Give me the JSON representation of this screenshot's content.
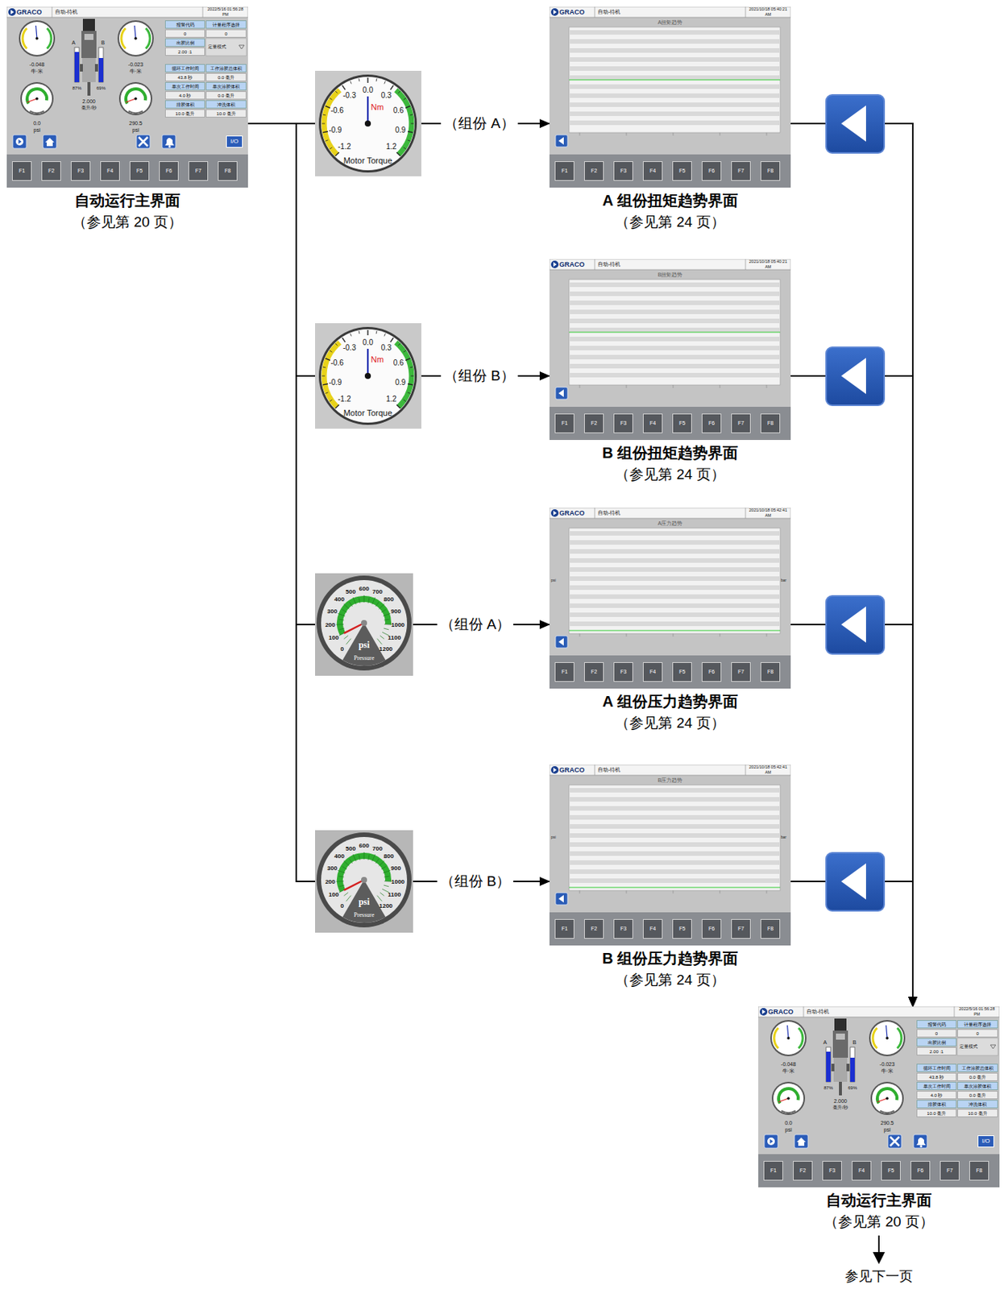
{
  "diagram": {
    "nodes": [
      {
        "text": [
          "自动运行主界面",
          "（参见第 20 页）"
        ]
      },
      {
        "text": [
          "Motor Torque"
        ]
      },
      {
        "text": [
          "A 组份扭矩趋势界面",
          "（参见第 24 页）"
        ]
      },
      {
        "text": [
          "Motor Torque"
        ]
      },
      {
        "text": [
          "B 组份扭矩趋势界面",
          "（参见第 24 页）"
        ]
      },
      {
        "text": [
          "Pressure"
        ]
      },
      {
        "text": [
          "A 组份压力趋势界面",
          "（参见第 24 页）"
        ]
      },
      {
        "text": [
          "Pressure"
        ]
      },
      {
        "text": [
          "B 组份压力趋势界面",
          "（参见第 24 页）"
        ]
      },
      {
        "text": [
          "自动运行主界面",
          "（参见第 20 页）"
        ]
      }
    ],
    "edges": [
      {
        "from": 0,
        "to": 1,
        "arrow": "none"
      },
      {
        "from": 1,
        "to": 2,
        "arrow": "to",
        "label": "（组份 A）"
      },
      {
        "from": 2,
        "to": 9,
        "arrow": "to"
      },
      {
        "from": 0,
        "to": 3,
        "arrow": "none"
      },
      {
        "from": 3,
        "to": 4,
        "arrow": "to",
        "label": "（组份 B）"
      },
      {
        "from": 4,
        "to": 9,
        "arrow": "to"
      },
      {
        "from": 0,
        "to": 5,
        "arrow": "none"
      },
      {
        "from": 5,
        "to": 6,
        "arrow": "to",
        "label": "（组份 A）"
      },
      {
        "from": 6,
        "to": 9,
        "arrow": "to"
      },
      {
        "from": 0,
        "to": 7,
        "arrow": "none"
      },
      {
        "from": 7,
        "to": 8,
        "arrow": "to",
        "label": "（组份 B）"
      },
      {
        "from": 8,
        "to": 9,
        "arrow": "to"
      }
    ],
    "labels": [
      "GRACO",
      "自动-待机",
      "2022/5/16 01:56:28 PM",
      "-0.048",
      "牛·米",
      "-0.023",
      "牛·米",
      "0.0",
      "psi",
      "290.5",
      "psi",
      "A",
      "B",
      "87%",
      "69%",
      "2.000",
      "毫升/秒",
      "报警代码",
      "计量程序选择",
      "0",
      "0",
      "出胶比例",
      "定量模式",
      "2.00 :1",
      "循环工作时间",
      "工作涂胶总体积",
      "43.8 秒",
      "0.0 毫升",
      "单次工作时间",
      "单次涂胶体积",
      "4.0 秒",
      "0.0 毫升",
      "排胶体积",
      "冲洗体积",
      "10.0 毫升",
      "10.0 毫升",
      "I/O",
      "F1",
      "F2",
      "F3",
      "F4",
      "F5",
      "F6",
      "F7",
      "F8",
      "-1.2",
      "-0.9",
      "-0.6",
      "-0.3",
      "0.0",
      "0.3",
      "0.6",
      "0.9",
      "1.2",
      "Nm",
      "GRACO",
      "自动-待机",
      "2021/10/18 05:40:21 AM",
      "A扭矩趋势",
      "F1",
      "F2",
      "F3",
      "F4",
      "F5",
      "F6",
      "F7",
      "F8",
      "-1.2",
      "-0.9",
      "-0.6",
      "-0.3",
      "0.0",
      "0.3",
      "0.6",
      "0.9",
      "1.2",
      "Nm",
      "GRACO",
      "自动-待机",
      "2021/10/18 05:40:21 AM",
      "B扭矩趋势",
      "F1",
      "F2",
      "F3",
      "F4",
      "F5",
      "F6",
      "F7",
      "F8",
      "0",
      "100",
      "200",
      "300",
      "400",
      "500",
      "600",
      "700",
      "800",
      "900",
      "1000",
      "1100",
      "1200",
      "psi",
      "GRACO",
      "自动-待机",
      "2021/10/18 05:42:41 AM",
      "A压力趋势",
      "psi",
      "bar",
      "F1",
      "F2",
      "F3",
      "F4",
      "F5",
      "F6",
      "F7",
      "F8",
      "0",
      "100",
      "200",
      "300",
      "400",
      "500",
      "600",
      "700",
      "800",
      "900",
      "1000",
      "1100",
      "1200",
      "psi",
      "GRACO",
      "自动-待机",
      "2021/10/18 05:42:41 AM",
      "B压力趋势",
      "psi",
      "bar",
      "F1",
      "F2",
      "F3",
      "F4",
      "F5",
      "F6",
      "F7",
      "F8",
      "GRACO",
      "自动-待机",
      "2022/5/16 01:56:28 PM",
      "-0.048",
      "牛·米",
      "-0.023",
      "牛·米",
      "0.0",
      "psi",
      "290.5",
      "psi",
      "A",
      "B",
      "87%",
      "69%",
      "2.000",
      "毫升/秒",
      "报警代码",
      "计量程序选择",
      "0",
      "0",
      "出胶比例",
      "定量模式",
      "2.00 :1",
      "循环工作时间",
      "工作涂胶总体积",
      "43.8 秒",
      "0.0 毫升",
      "单次工作时间",
      "单次涂胶体积",
      "4.0 秒",
      "0.0 毫升",
      "排胶体积",
      "冲洗体积",
      "10.0 毫升",
      "10.0 毫升",
      "I/O",
      "F1",
      "F2",
      "F3",
      "F4",
      "F5",
      "F6",
      "F7",
      "F8",
      "参见下一页"
    ]
  }
}
